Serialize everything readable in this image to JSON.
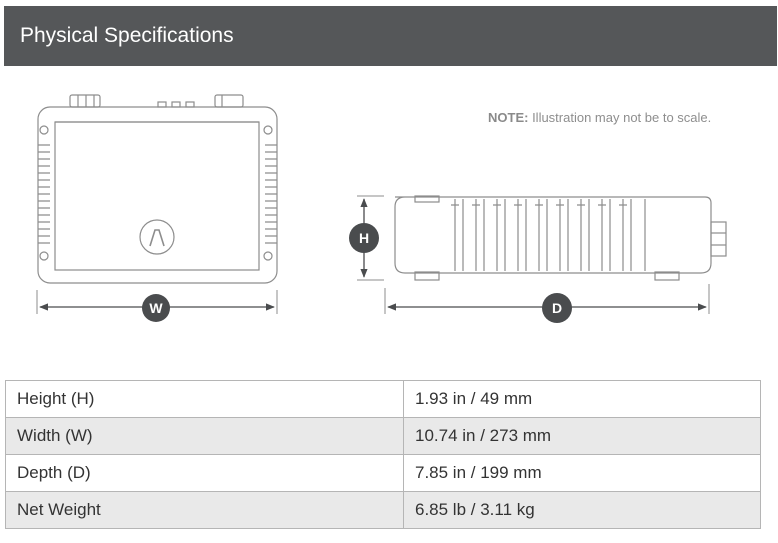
{
  "header": {
    "title": "Physical Specifications"
  },
  "note": {
    "label": "NOTE:",
    "text": " Illustration may not be to scale."
  },
  "diagram": {
    "width_badge": "W",
    "height_badge": "H",
    "depth_badge": "D",
    "colors": {
      "line": "#8d8d8d",
      "badge": "#4a4c4e"
    },
    "logo_icon": "jl-audio-logo-icon"
  },
  "specs": {
    "rows": [
      {
        "label": "Height (H)",
        "value": "1.93 in / 49 mm"
      },
      {
        "label": "Width (W)",
        "value": "10.74 in / 273 mm"
      },
      {
        "label": "Depth (D)",
        "value": "7.85 in / 199 mm"
      },
      {
        "label": "Net Weight",
        "value": "6.85 lb / 3.11 kg"
      }
    ]
  }
}
